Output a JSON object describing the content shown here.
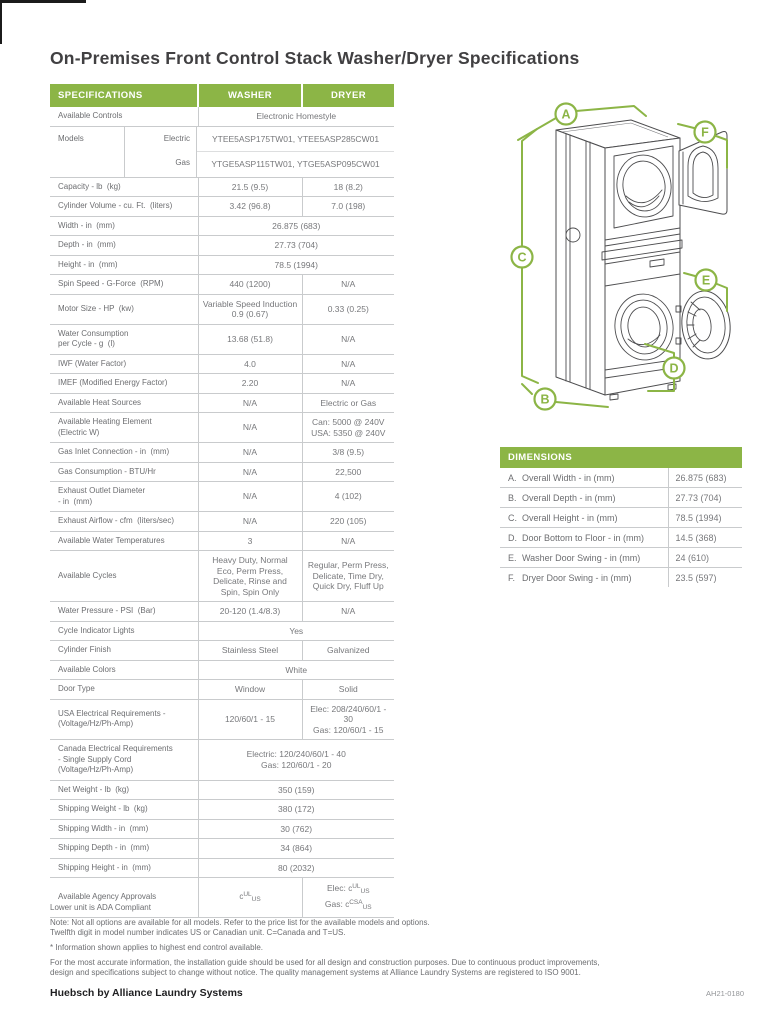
{
  "page": {
    "title": {
      "prefix": "On-Premises ",
      "bold": "Front Control Stack Washer/Dryer",
      "suffix": " Specifications"
    },
    "brand_footer": "Huebsch by Alliance Laundry Systems",
    "doc_number": "AH21-0180"
  },
  "colors": {
    "green": "#8CB546",
    "label_gray": "#6D6E71",
    "value_gray": "#77787B",
    "border_gray": "#C9CBCD"
  },
  "spec_table": {
    "headers": [
      "SPECIFICATIONS",
      "WASHER",
      "DRYER"
    ],
    "rows": [
      {
        "label": "Available Controls",
        "cells": [
          {
            "lines": [
              "Electronic Homestyle"
            ],
            "span": 2
          }
        ]
      },
      {
        "type": "models",
        "label": "Models",
        "subs": [
          {
            "key": "Electric",
            "value": "YTEE5ASP175TW01,  YTEE5ASP285CW01"
          },
          {
            "key": "Gas",
            "value": "YTGE5ASP115TW01,  YTGE5ASP095CW01"
          }
        ]
      },
      {
        "label": "Capacity - lb  (kg)",
        "cells": [
          {
            "lines": [
              "21.5 (9.5)"
            ]
          },
          {
            "lines": [
              "18 (8.2)"
            ]
          }
        ]
      },
      {
        "label": "Cylinder Volume - cu. Ft.  (liters)",
        "cells": [
          {
            "lines": [
              "3.42 (96.8)"
            ]
          },
          {
            "lines": [
              "7.0 (198)"
            ]
          }
        ]
      },
      {
        "label": "Width - in  (mm)",
        "cells": [
          {
            "lines": [
              "26.875 (683)"
            ],
            "span": 2
          }
        ]
      },
      {
        "label": "Depth - in  (mm)",
        "cells": [
          {
            "lines": [
              "27.73 (704)"
            ],
            "span": 2
          }
        ]
      },
      {
        "label": "Height - in  (mm)",
        "cells": [
          {
            "lines": [
              "78.5 (1994)"
            ],
            "span": 2
          }
        ]
      },
      {
        "label": "Spin Speed - G-Force  (RPM)",
        "cells": [
          {
            "lines": [
              "440 (1200)"
            ]
          },
          {
            "lines": [
              "N/A"
            ]
          }
        ]
      },
      {
        "label": "Motor Size - HP  (kw)",
        "cells": [
          {
            "lines": [
              "Variable Speed Induction",
              "0.9 (0.67)"
            ]
          },
          {
            "lines": [
              "0.33 (0.25)"
            ]
          }
        ]
      },
      {
        "label": "Water Consumption\nper Cycle - g  (l)",
        "cells": [
          {
            "lines": [
              "13.68 (51.8)"
            ]
          },
          {
            "lines": [
              "N/A"
            ]
          }
        ]
      },
      {
        "label": "IWF (Water Factor)",
        "cells": [
          {
            "lines": [
              "4.0"
            ]
          },
          {
            "lines": [
              "N/A"
            ]
          }
        ]
      },
      {
        "label": "IMEF (Modified Energy Factor)",
        "cells": [
          {
            "lines": [
              "2.20"
            ]
          },
          {
            "lines": [
              "N/A"
            ]
          }
        ]
      },
      {
        "label": "Available Heat Sources",
        "cells": [
          {
            "lines": [
              "N/A"
            ]
          },
          {
            "lines": [
              "Electric or Gas"
            ]
          }
        ]
      },
      {
        "label": "Available Heating Element\n(Electric W)",
        "cells": [
          {
            "lines": [
              "N/A"
            ]
          },
          {
            "lines": [
              "Can: 5000 @ 240V",
              "USA: 5350 @ 240V"
            ]
          }
        ]
      },
      {
        "label": "Gas Inlet Connection - in  (mm)",
        "cells": [
          {
            "lines": [
              "N/A"
            ]
          },
          {
            "lines": [
              "3/8 (9.5)"
            ]
          }
        ]
      },
      {
        "label": "Gas Consumption - BTU/Hr",
        "cells": [
          {
            "lines": [
              "N/A"
            ]
          },
          {
            "lines": [
              "22,500"
            ]
          }
        ]
      },
      {
        "label": "Exhaust Outlet Diameter\n- in  (mm)",
        "cells": [
          {
            "lines": [
              "N/A"
            ]
          },
          {
            "lines": [
              "4 (102)"
            ]
          }
        ]
      },
      {
        "label": "Exhaust Airflow - cfm  (liters/sec)",
        "cells": [
          {
            "lines": [
              "N/A"
            ]
          },
          {
            "lines": [
              "220 (105)"
            ]
          }
        ]
      },
      {
        "label": "Available Water Temperatures",
        "cells": [
          {
            "lines": [
              "3"
            ]
          },
          {
            "lines": [
              "N/A"
            ]
          }
        ]
      },
      {
        "label": "Available Cycles",
        "cells": [
          {
            "lines": [
              "Heavy Duty, Normal",
              "Eco,  Perm Press,",
              "Delicate,  Rinse and",
              "Spin, Spin Only"
            ]
          },
          {
            "lines": [
              "Regular, Perm Press,",
              "Delicate, Time Dry,",
              "Quick Dry, Fluff Up"
            ]
          }
        ]
      },
      {
        "label": "Water Pressure - PSI  (Bar)",
        "cells": [
          {
            "lines": [
              "20-120 (1.4/8.3)"
            ]
          },
          {
            "lines": [
              "N/A"
            ]
          }
        ]
      },
      {
        "label": "Cycle Indicator Lights",
        "cells": [
          {
            "lines": [
              "Yes"
            ],
            "span": 2
          }
        ]
      },
      {
        "label": "Cylinder Finish",
        "cells": [
          {
            "lines": [
              "Stainless Steel"
            ]
          },
          {
            "lines": [
              "Galvanized"
            ]
          }
        ]
      },
      {
        "label": "Available Colors",
        "cells": [
          {
            "lines": [
              "White"
            ],
            "span": 2
          }
        ]
      },
      {
        "label": "Door Type",
        "cells": [
          {
            "lines": [
              "Window"
            ]
          },
          {
            "lines": [
              "Solid"
            ]
          }
        ]
      },
      {
        "label": "USA Electrical Requirements -\n(Voltage/Hz/Ph-Amp)",
        "cells": [
          {
            "lines": [
              "120/60/1 - 15"
            ]
          },
          {
            "lines": [
              "Elec: 208/240/60/1 - 30",
              "Gas: 120/60/1 - 15"
            ]
          }
        ]
      },
      {
        "label": "Canada Electrical Requirements\n- Single Supply Cord\n(Voltage/Hz/Ph-Amp)",
        "cells": [
          {
            "lines": [
              "Electric: 120/240/60/1 - 40",
              "Gas: 120/60/1 - 20"
            ],
            "span": 2
          }
        ]
      },
      {
        "label": "Net Weight - lb  (kg)",
        "cells": [
          {
            "lines": [
              "350 (159)"
            ],
            "span": 2
          }
        ]
      },
      {
        "label": "Shipping Weight - lb  (kg)",
        "cells": [
          {
            "lines": [
              "380 (172)"
            ],
            "span": 2
          }
        ]
      },
      {
        "label": "Shipping Width - in  (mm)",
        "cells": [
          {
            "lines": [
              "30 (762)"
            ],
            "span": 2
          }
        ]
      },
      {
        "label": "Shipping Depth - in  (mm)",
        "cells": [
          {
            "lines": [
              "34 (864)"
            ],
            "span": 2
          }
        ]
      },
      {
        "label": "Shipping Height - in  (mm)",
        "cells": [
          {
            "lines": [
              "80 (2032)"
            ],
            "span": 2
          }
        ]
      },
      {
        "label": "Available Agency Approvals",
        "cells": [
          {
            "agency": [
              {
                "pre": "",
                "mark": "UL",
                "sub": "US"
              }
            ]
          },
          {
            "agency": [
              {
                "pre": "Elec: ",
                "mark": "UL",
                "sub": "US"
              },
              {
                "pre": "Gas: ",
                "mark": "CSA",
                "sub": "US"
              }
            ]
          }
        ]
      }
    ]
  },
  "diagram": {
    "letters": [
      "A",
      "B",
      "C",
      "D",
      "E",
      "F"
    ]
  },
  "dimensions_table": {
    "title": "DIMENSIONS",
    "rows": [
      {
        "key": "A.",
        "label": "Overall Width - in (mm)",
        "value": "26.875 (683)"
      },
      {
        "key": "B.",
        "label": "Overall Depth - in (mm)",
        "value": "27.73 (704)"
      },
      {
        "key": "C.",
        "label": "Overall Height - in (mm)",
        "value": "78.5 (1994)"
      },
      {
        "key": "D.",
        "label": "Door Bottom to Floor - in (mm)",
        "value": "14.5 (368)"
      },
      {
        "key": "E.",
        "label": "Washer Door Swing - in (mm)",
        "value": "24 (610)"
      },
      {
        "key": "F.",
        "label": "Dryer Door Swing - in (mm)",
        "value": "23.5 (597)"
      }
    ]
  },
  "notes": {
    "ada": "Lower unit is ADA Compliant",
    "note_line1": "Note: Not all options are available for all models. Refer to the price list for the available models and options.",
    "note_line2": "Twelfth digit in model number indicates US or Canadian unit. C=Canada and T=US.",
    "asterisk": "* Information shown applies to highest end control available.",
    "accuracy_line1": "For the most accurate information, the installation guide should be used for all design and construction purposes. Due to continuous product improvements,",
    "accuracy_line2": "design and specifications subject to change without notice. The quality management systems at Alliance Laundry Systems are registered to ISO 9001."
  }
}
